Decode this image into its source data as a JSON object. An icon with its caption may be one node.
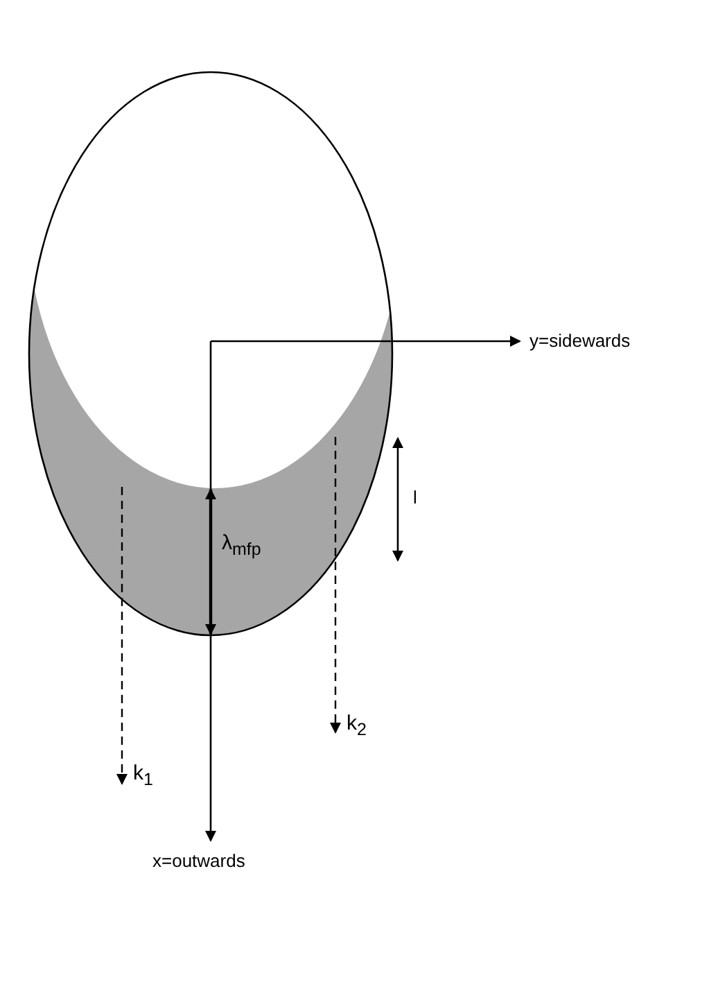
{
  "diagram": {
    "labels": [
      "y=sidewards",
      "λ$_{mfp}$",
      "l",
      "k$_{2}$",
      "k$_{1}$",
      "x=outwards"
    ]
  }
}
